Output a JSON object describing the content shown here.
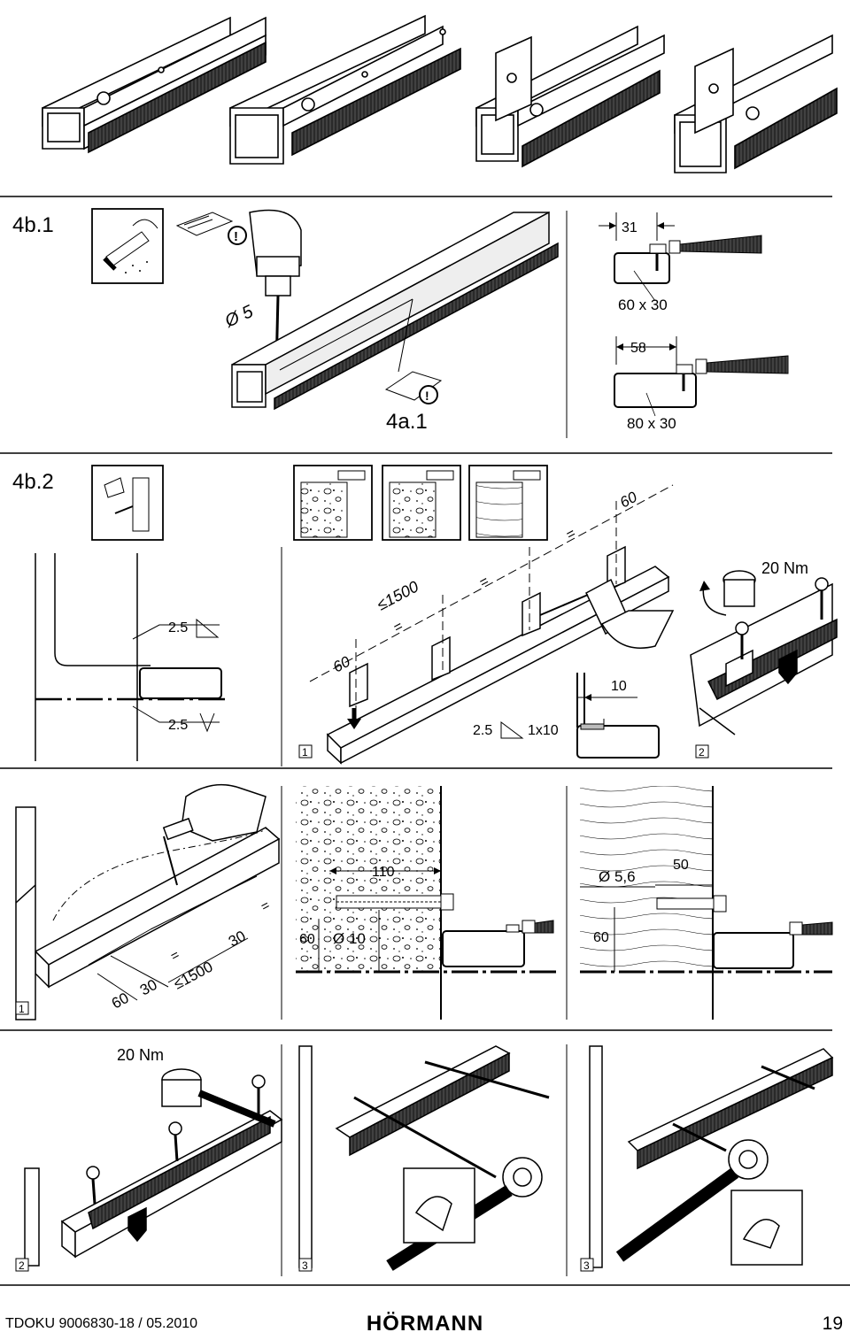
{
  "sections": {
    "s1": {
      "title": "4b.1",
      "drill_diameter": "Ø 5",
      "ref": "4a.1",
      "warn_symbol": "!",
      "profile_small": {
        "offset": "31",
        "size": "60 x 30"
      },
      "profile_large": {
        "offset": "58",
        "size": "80 x 30"
      }
    },
    "s2": {
      "title": "4b.2",
      "weld_top": "2.5",
      "weld_bottom": "2.5",
      "spacing_max": "≤1500",
      "end_dist_left": "60",
      "end_dist_right": "60",
      "equal_mark": "=",
      "fillet_label": "2.5",
      "fillet_dims": "1x10",
      "tab_offset": "10",
      "torque": "20 Nm",
      "step1": "1",
      "step2": "2"
    },
    "s3": {
      "dims_60": "60",
      "dims_30a": "30",
      "dims_30b": "30",
      "spacing_max": "≤1500",
      "equal_mark": "=",
      "masonry_len": "110",
      "masonry_dia": "Ø 10",
      "masonry_h": "60",
      "wood_dia": "Ø 5,6",
      "wood_len": "50",
      "wood_h": "60",
      "step1": "1"
    },
    "s4": {
      "torque": "20 Nm",
      "step2": "2",
      "step3a": "3",
      "step3b": "3"
    }
  },
  "footer": {
    "doc_code": "TDOKU 9006830-18 / 05.2010",
    "brand": "HÖRMANN",
    "page_number": "19"
  }
}
